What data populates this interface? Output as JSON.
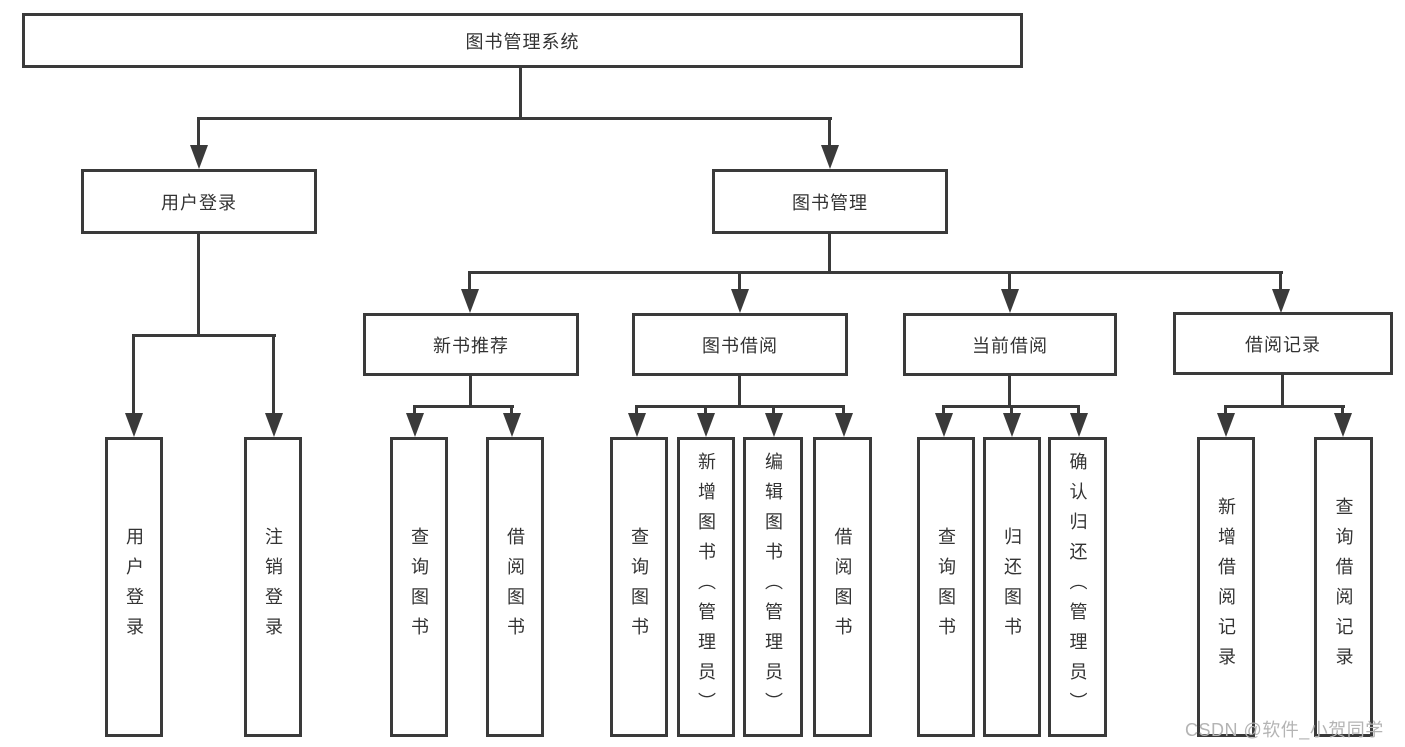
{
  "colors": {
    "line": "#3a3a3a",
    "text": "#333333",
    "background": "#ffffff",
    "watermark_color": "#b4b4b4"
  },
  "watermark": {
    "text": "CSDN @软件_小贺同学"
  },
  "chart_data": {
    "type": "tree-diagram",
    "title": "图书管理系统"
  },
  "tree": {
    "root": {
      "label": "图书管理系统"
    },
    "branches": [
      {
        "label": "用户登录",
        "children": [
          {
            "label": "用户登录"
          },
          {
            "label": "注销登录"
          }
        ]
      },
      {
        "label": "图书管理",
        "children": [
          {
            "label": "新书推荐",
            "children": [
              {
                "label": "查询图书"
              },
              {
                "label": "借阅图书"
              }
            ]
          },
          {
            "label": "图书借阅",
            "children": [
              {
                "label": "查询图书"
              },
              {
                "label": "新增图书（管理员）"
              },
              {
                "label": "编辑图书（管理员）"
              },
              {
                "label": "借阅图书"
              }
            ]
          },
          {
            "label": "当前借阅",
            "children": [
              {
                "label": "查询图书"
              },
              {
                "label": "归还图书"
              },
              {
                "label": "确认归还（管理员）"
              }
            ]
          },
          {
            "label": "借阅记录",
            "children": [
              {
                "label": "新增借阅记录"
              },
              {
                "label": "查询借阅记录"
              }
            ]
          }
        ]
      }
    ]
  }
}
